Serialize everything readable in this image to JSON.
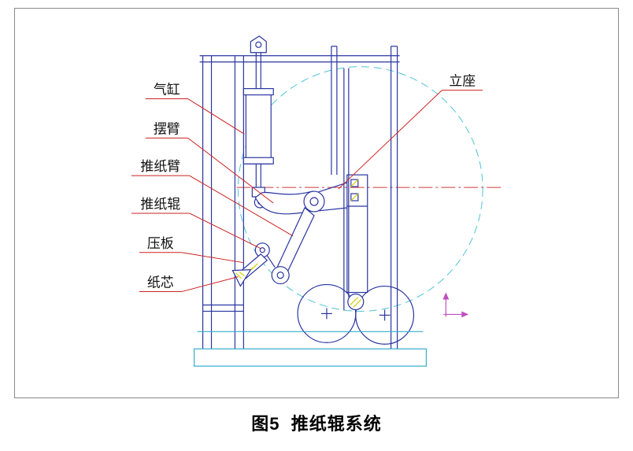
{
  "figure": {
    "caption": "图5  推纸辊系统"
  },
  "labels": {
    "cylinder": "气缸",
    "swing_arm": "摆臂",
    "push_arm": "推纸臂",
    "push_roller": "推纸辊",
    "press_plate": "压板",
    "paper_core": "纸芯",
    "stand": "立座"
  },
  "colors": {
    "structure": "#2a35a0",
    "frame": "#35aecb",
    "circle": "#4fc3d8",
    "leader": "#cc2222",
    "centerline": "#d23b3b",
    "axis": "#c050c0",
    "hatch": "#d4cf00",
    "text": "#111111",
    "border": "#8a8a8a"
  }
}
